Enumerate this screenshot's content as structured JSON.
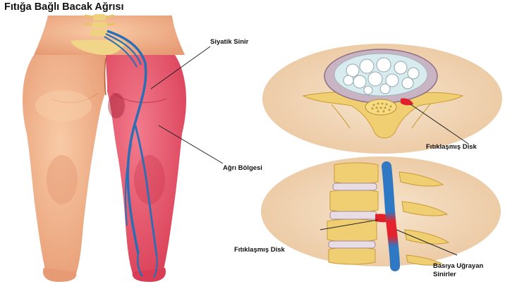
{
  "title": "Fıtığa Bağlı Bacak Ağrısı",
  "labels": {
    "sciatic_nerve": "Siyatik Sinir",
    "pain_area": "Ağrı Bölgesi",
    "herniated_disc_top": "Fıtıklaşmış Disk",
    "herniated_disc_bottom": "Fıtıklaşmış Disk",
    "compressed_nerves_line1": "Basıya Uğrayan",
    "compressed_nerves_line2": "Sinirler"
  },
  "colors": {
    "skin": "#f2b58c",
    "pain": "#e8546a",
    "nerve": "#2a6fb5",
    "disc_bg": "#f3dcc0",
    "bone": "#f0cf72",
    "herniation": "#e0202a"
  }
}
